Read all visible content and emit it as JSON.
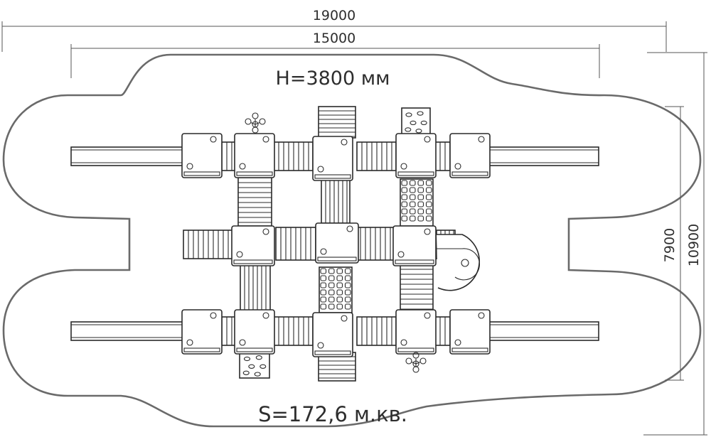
{
  "dimensions": {
    "overall_width": "19000",
    "structure_width": "15000",
    "structure_depth": "7900",
    "overall_depth": "10900"
  },
  "height_label": "H=3800 мм",
  "area_label": "S=172,6 м.кв."
}
